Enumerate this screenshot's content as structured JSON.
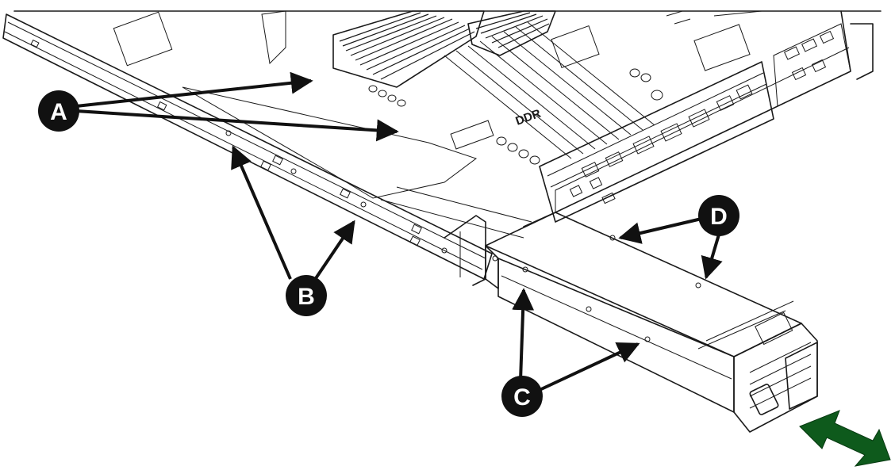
{
  "diagram": {
    "callouts": [
      {
        "id": "A",
        "label": "A"
      },
      {
        "id": "B",
        "label": "B"
      },
      {
        "id": "C",
        "label": "C"
      },
      {
        "id": "D",
        "label": "D"
      }
    ],
    "board_label": "DDR",
    "colors": {
      "callout_fill": "#111111",
      "callout_text": "#ffffff",
      "arrow_line": "#111111",
      "direction_arrow": "#0e5a1c",
      "line_art": "#1a1a1a",
      "background": "#ffffff"
    },
    "icons": [
      "direction-arrow-icon"
    ]
  }
}
